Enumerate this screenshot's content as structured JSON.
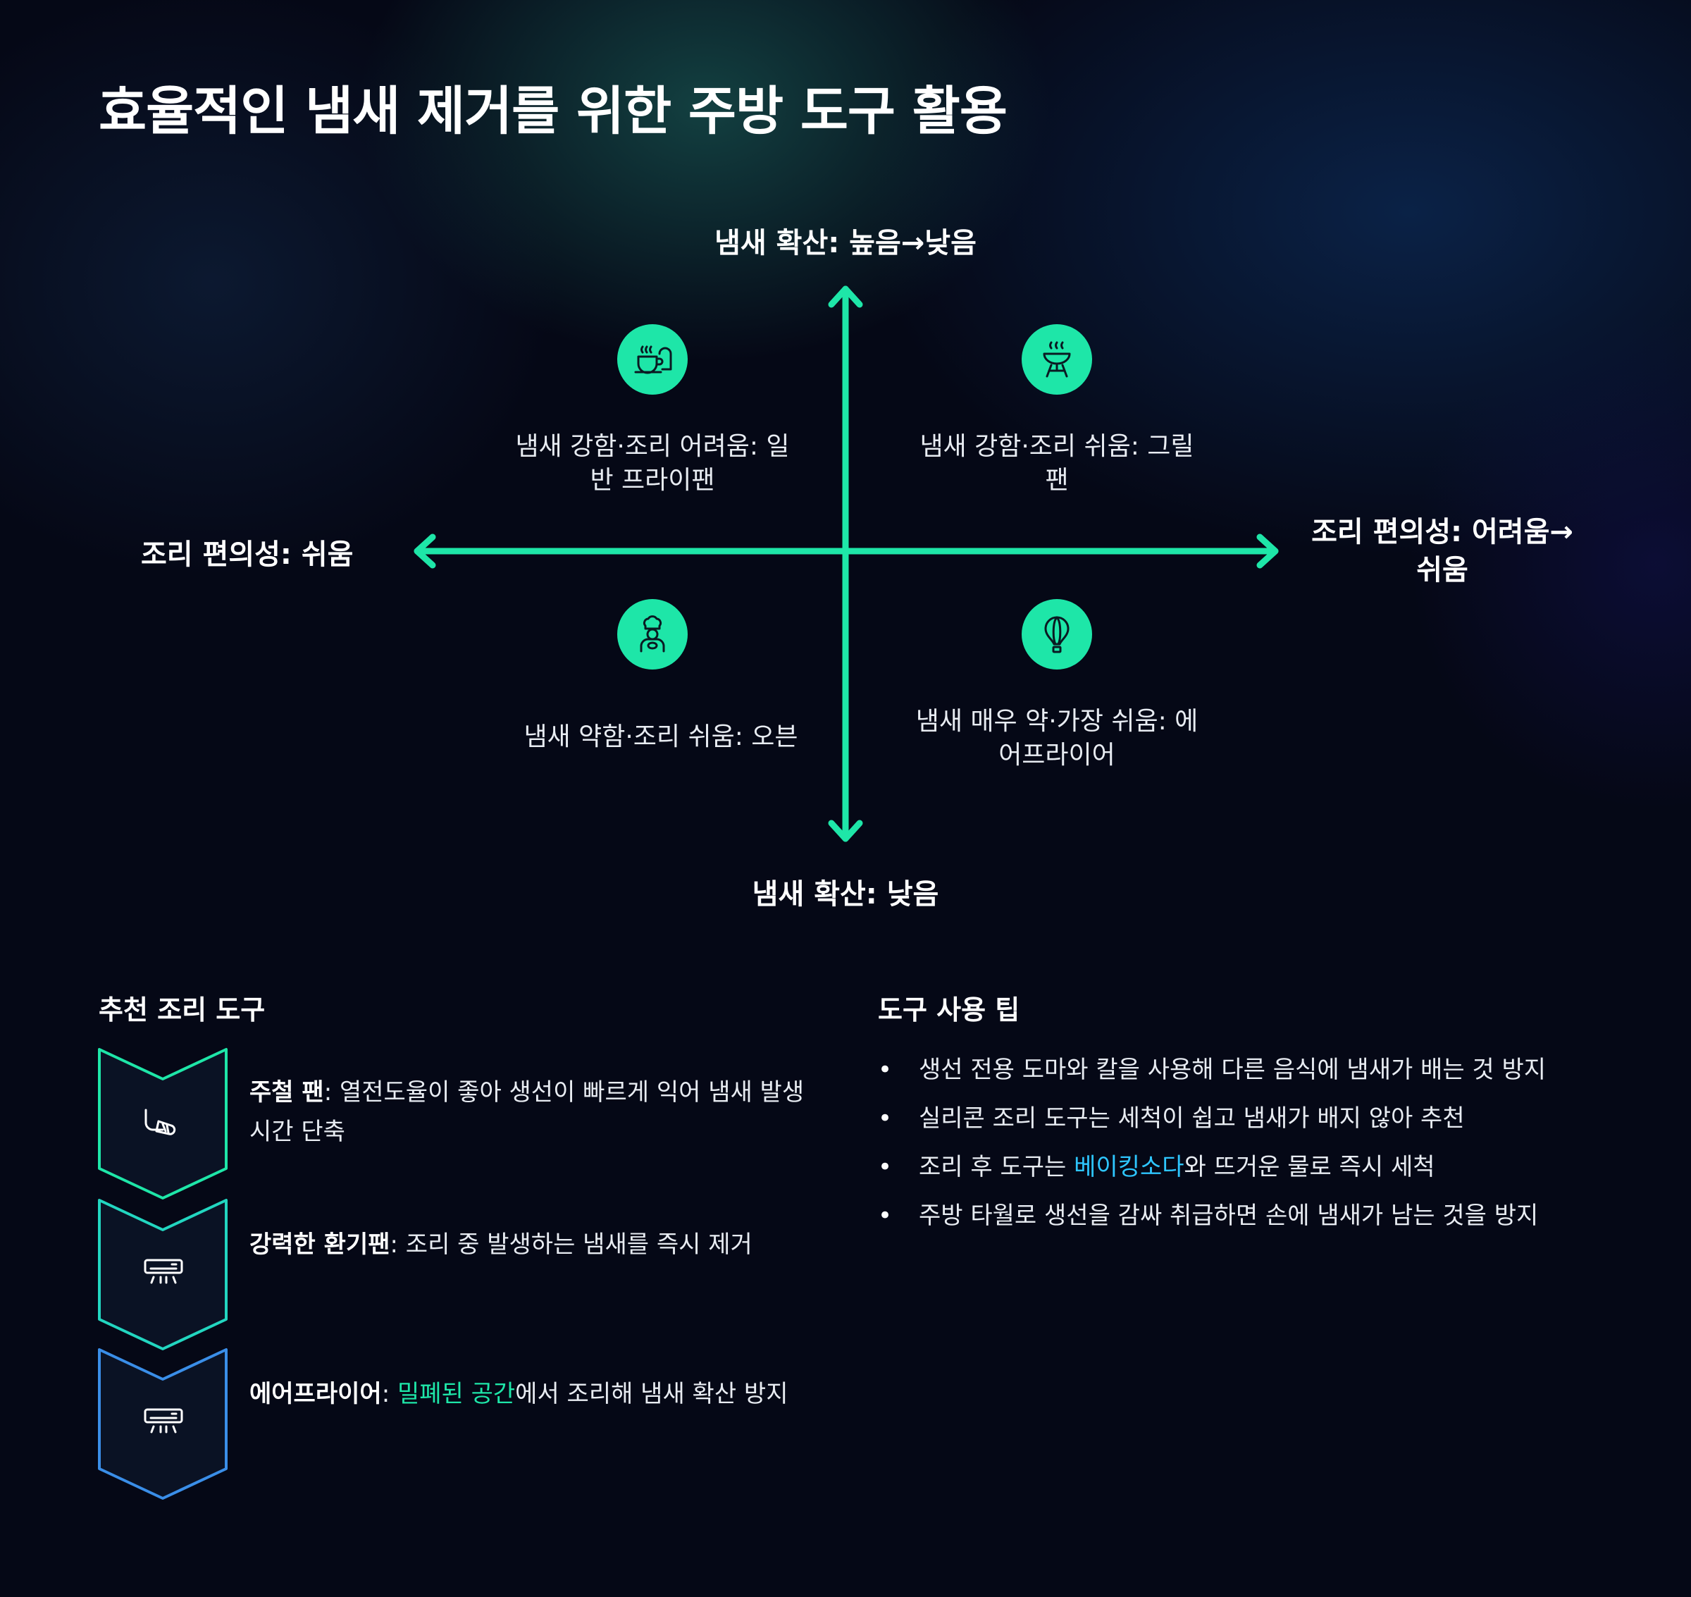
{
  "title": "효율적인 냄새 제거를 위한 주방 도구 활용",
  "axes": {
    "top": "냄새 확산: 높음→낮음",
    "bottom": "냄새 확산: 낮음",
    "left": "조리 편의성: 쉬움",
    "right_line1": "조리 편의성: 어려움→",
    "right_line2": "쉬움"
  },
  "quadrants": {
    "top_left": {
      "icon": "coffee-bread-icon",
      "line1": "냄새 강함·조리 어려움: 일",
      "line2": "반 프라이팬"
    },
    "top_right": {
      "icon": "grill-icon",
      "line1": "냄새 강함·조리 쉬움: 그릴",
      "line2": "팬"
    },
    "bottom_left": {
      "icon": "chef-icon",
      "line1": "냄새 약함·조리 쉬움: 오븐"
    },
    "bottom_right": {
      "icon": "hot-air-balloon-icon",
      "line1": "냄새 매우 약·가장 쉬움: 에",
      "line2": "어프라이어"
    }
  },
  "tools": {
    "heading": "추천 조리 도구",
    "items": [
      {
        "icon": "cast-iron-pan-icon",
        "name": "주철 팬",
        "sep": ": ",
        "desc_line1": "열전도율이 좋아 생선이 빠르게 익어 냄새 발생",
        "desc_line2": "시간 단축",
        "color": "#1ee6a8"
      },
      {
        "icon": "range-hood-icon",
        "name": "강력한 환기팬",
        "sep": ": ",
        "desc": "조리 중 발생하는 냄새를 즉시 제거",
        "color": "#22d6c0"
      },
      {
        "icon": "air-vent-icon",
        "name": "에어프라이어",
        "sep": ": ",
        "desc_highlight": "밀폐된 공간",
        "desc_rest": "에서 조리해 냄새 확산 방지",
        "color": "#3a8ee8"
      }
    ]
  },
  "tips": {
    "heading": "도구 사용 팁",
    "bullet": "•",
    "items": [
      {
        "text": "생선 전용 도마와 칼을 사용해 다른 음식에 냄새가 배는 것 방지"
      },
      {
        "text": "실리콘 조리 도구는 세척이 쉽고 냄새가 배지 않아 추천"
      },
      {
        "pre": "조리 후 도구는 ",
        "highlight": "베이킹소다",
        "post": "와 뜨거운 물로 즉시 세척"
      },
      {
        "text": "주방 타월로 생선을 감싸 취급하면 손에 냄새가 남는 것을 방지"
      }
    ]
  },
  "colors": {
    "accent": "#1ee6a8",
    "accent_alt": "#2ec6ff",
    "background": "#050816"
  }
}
